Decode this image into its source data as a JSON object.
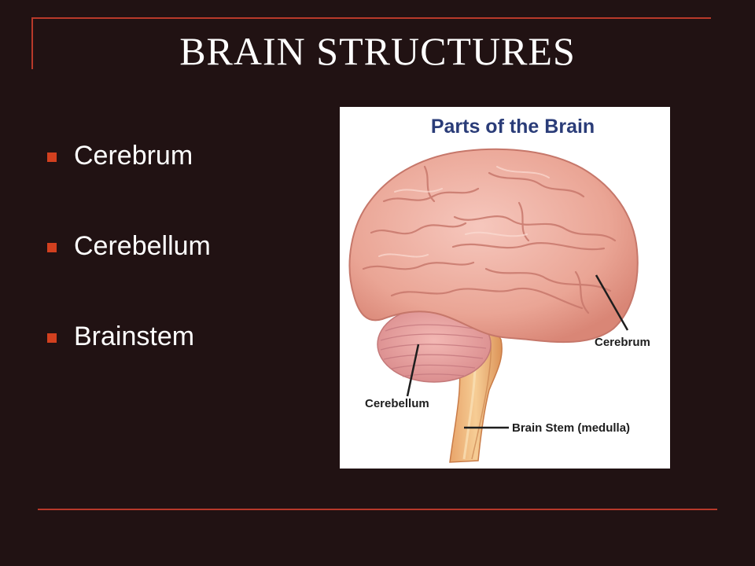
{
  "slide": {
    "title": "BRAIN STRUCTURES",
    "bullets": [
      {
        "label": "Cerebrum"
      },
      {
        "label": "Cerebellum"
      },
      {
        "label": "Brainstem"
      }
    ]
  },
  "figure": {
    "title": "Parts of the Brain",
    "labels": {
      "cerebrum": "Cerebrum",
      "cerebellum": "Cerebellum",
      "brain_stem": "Brain Stem (medulla)"
    }
  },
  "colors": {
    "background": "#211213",
    "frame_line": "#b8392a",
    "bullet": "#d2401f",
    "text": "#ffffff",
    "figure_title": "#2a3c78"
  }
}
